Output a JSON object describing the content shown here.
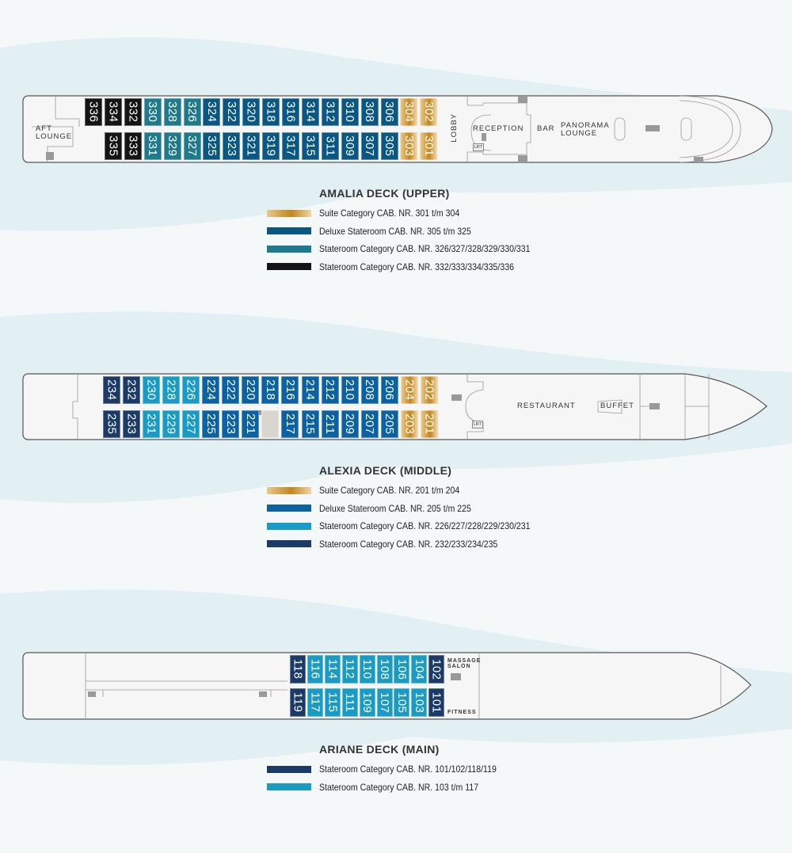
{
  "colors": {
    "suite": "linear-gradient(90deg,#e9c88a,#c4861c 55%,#f0d6a6)",
    "deluxe_upper": "#0a5784",
    "stateroom_teal": "#1e7a8c",
    "stateroom_black": "#141414",
    "deluxe_middle": "#0b62a3",
    "stateroom_light": "#1a9bc4",
    "stateroom_navy": "#1b3a68",
    "blocked": "#d9d6d0"
  },
  "decks": [
    {
      "id": "upper",
      "rooms": {
        "aft_lounge": "AFT\nLOUNGE",
        "lobby": "LOBBY",
        "reception": "RECEPTION",
        "lift": "LIFT",
        "bar": "BAR",
        "panorama_lounge": "PANORAMA\nLOUNGE"
      },
      "top_row": [
        [
          "336",
          "black"
        ],
        [
          "334",
          "black"
        ],
        [
          "332",
          "black"
        ],
        [
          "330",
          "teal"
        ],
        [
          "328",
          "teal"
        ],
        [
          "326",
          "teal"
        ],
        [
          "324",
          "deluxe"
        ],
        [
          "322",
          "deluxe"
        ],
        [
          "320",
          "deluxe"
        ],
        [
          "318",
          "deluxe"
        ],
        [
          "316",
          "deluxe"
        ],
        [
          "314",
          "deluxe"
        ],
        [
          "312",
          "deluxe"
        ],
        [
          "310",
          "deluxe"
        ],
        [
          "308",
          "deluxe"
        ],
        [
          "306",
          "deluxe"
        ],
        [
          "304",
          "suite"
        ],
        [
          "302",
          "suite"
        ]
      ],
      "bottom_row": [
        [
          "",
          ""
        ],
        [
          "335",
          "black"
        ],
        [
          "333",
          "black"
        ],
        [
          "331",
          "teal"
        ],
        [
          "329",
          "teal"
        ],
        [
          "327",
          "teal"
        ],
        [
          "325",
          "deluxe"
        ],
        [
          "323",
          "deluxe"
        ],
        [
          "321",
          "deluxe"
        ],
        [
          "319",
          "deluxe"
        ],
        [
          "317",
          "deluxe"
        ],
        [
          "315",
          "deluxe"
        ],
        [
          "311",
          "deluxe"
        ],
        [
          "309",
          "deluxe"
        ],
        [
          "307",
          "deluxe"
        ],
        [
          "305",
          "deluxe"
        ],
        [
          "303",
          "suite"
        ],
        [
          "301",
          "suite"
        ]
      ],
      "legend_title": "AMALIA DECK (UPPER)",
      "legend": [
        {
          "cat": "suite",
          "text": "Suite Category CAB. NR. 301 t/m 304"
        },
        {
          "cat": "deluxe",
          "text": "Deluxe Stateroom CAB. NR. 305 t/m 325"
        },
        {
          "cat": "teal",
          "text": "Stateroom Category CAB. NR. 326/327/328/329/330/331"
        },
        {
          "cat": "black",
          "text": "Stateroom Category CAB. NR. 332/333/334/335/336"
        }
      ]
    },
    {
      "id": "middle",
      "rooms": {
        "restaurant": "RESTAURANT",
        "buffet": "BUFFET",
        "lift": "LIFT"
      },
      "top_row": [
        [
          "234",
          "navy"
        ],
        [
          "232",
          "navy"
        ],
        [
          "230",
          "light"
        ],
        [
          "228",
          "light"
        ],
        [
          "226",
          "light"
        ],
        [
          "224",
          "deluxe"
        ],
        [
          "222",
          "deluxe"
        ],
        [
          "220",
          "deluxe"
        ],
        [
          "218",
          "deluxe"
        ],
        [
          "216",
          "deluxe"
        ],
        [
          "214",
          "deluxe"
        ],
        [
          "212",
          "deluxe"
        ],
        [
          "210",
          "deluxe"
        ],
        [
          "208",
          "deluxe"
        ],
        [
          "206",
          "deluxe"
        ],
        [
          "204",
          "suite"
        ],
        [
          "202",
          "suite"
        ]
      ],
      "bottom_row": [
        [
          "235",
          "navy"
        ],
        [
          "233",
          "navy"
        ],
        [
          "231",
          "light"
        ],
        [
          "229",
          "light"
        ],
        [
          "227",
          "light"
        ],
        [
          "225",
          "deluxe"
        ],
        [
          "223",
          "deluxe"
        ],
        [
          "221",
          "deluxe"
        ],
        [
          "",
          "blocked"
        ],
        [
          "217",
          "deluxe"
        ],
        [
          "215",
          "deluxe"
        ],
        [
          "211",
          "deluxe"
        ],
        [
          "209",
          "deluxe"
        ],
        [
          "207",
          "deluxe"
        ],
        [
          "205",
          "deluxe"
        ],
        [
          "203",
          "suite"
        ],
        [
          "201",
          "suite"
        ]
      ],
      "legend_title": "ALEXIA DECK (MIDDLE)",
      "legend": [
        {
          "cat": "suite",
          "text": "Suite Category CAB. NR. 201 t/m 204"
        },
        {
          "cat": "deluxe",
          "text": "Deluxe Stateroom CAB. NR. 205 t/m 225"
        },
        {
          "cat": "light",
          "text": "Stateroom Category CAB. NR. 226/227/228/229/230/231"
        },
        {
          "cat": "navy",
          "text": "Stateroom Category CAB. NR. 232/233/234/235"
        }
      ]
    },
    {
      "id": "main",
      "rooms": {
        "massage_salon": "MASSAGE\nSALON",
        "fitness": "FITNESS"
      },
      "top_row": [
        [
          "118",
          "navy"
        ],
        [
          "116",
          "light"
        ],
        [
          "114",
          "light"
        ],
        [
          "112",
          "light"
        ],
        [
          "110",
          "light"
        ],
        [
          "108",
          "light"
        ],
        [
          "106",
          "light"
        ],
        [
          "104",
          "light"
        ],
        [
          "102",
          "navy"
        ]
      ],
      "bottom_row": [
        [
          "119",
          "navy"
        ],
        [
          "117",
          "light"
        ],
        [
          "115",
          "light"
        ],
        [
          "111",
          "light"
        ],
        [
          "109",
          "light"
        ],
        [
          "107",
          "light"
        ],
        [
          "105",
          "light"
        ],
        [
          "103",
          "light"
        ],
        [
          "101",
          "navy"
        ]
      ],
      "legend_title": "ARIANE DECK (MAIN)",
      "legend": [
        {
          "cat": "navy",
          "text": "Stateroom Category CAB. NR. 101/102/118/119"
        },
        {
          "cat": "light",
          "text": "Stateroom Category CAB. NR. 103 t/m 117"
        }
      ]
    }
  ]
}
